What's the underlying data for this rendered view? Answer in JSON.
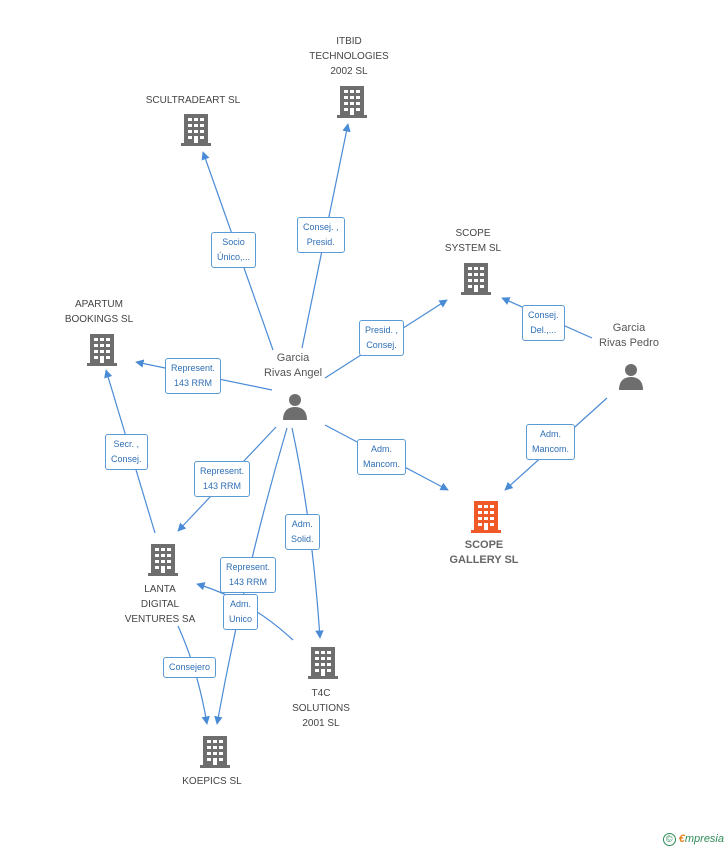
{
  "nodes": {
    "scultradeart": {
      "label": "SCULTRADEART SL"
    },
    "itbid": {
      "label": "ITBID\nTECHNOLOGIES\n2002 SL"
    },
    "scope_system": {
      "label": "SCOPE\nSYSTEM SL"
    },
    "apartum": {
      "label": "APARTUM\nBOOKINGS SL"
    },
    "garcia_angel": {
      "label": "Garcia\nRivas Angel"
    },
    "garcia_pedro": {
      "label": "Garcia\nRivas Pedro"
    },
    "scope_gallery": {
      "label": "SCOPE\nGALLERY SL"
    },
    "lanta": {
      "label": "LANTA\nDIGITAL\nVENTURES SA"
    },
    "t4c": {
      "label": "T4C\nSOLUTIONS\n2001  SL"
    },
    "koepics": {
      "label": "KOEPICS SL"
    }
  },
  "edges": {
    "e1": "Socio\nÚnico,...",
    "e2": "Consej. ,\nPresid.",
    "e3": "Presid. ,\nConsej.",
    "e4": "Consej.\nDel.,...",
    "e5": "Represent.\n143 RRM",
    "e6": "Secr. ,\nConsej.",
    "e7": "Represent.\n143 RRM",
    "e8": "Adm.\nMancom.",
    "e9": "Adm.\nMancom.",
    "e10": "Adm.\nSolid.",
    "e11": "Represent.\n143 RRM",
    "e12": "Adm.\nUnico",
    "e13": "Consejero"
  },
  "colors": {
    "edge": "#4a8bd6",
    "company_icon": "#6e6e6e",
    "main_company_icon": "#f05a28",
    "person_icon": "#6e6e6e"
  },
  "footer": {
    "copyright": "©",
    "brand_first": "€",
    "brand_rest": "mpresia"
  }
}
